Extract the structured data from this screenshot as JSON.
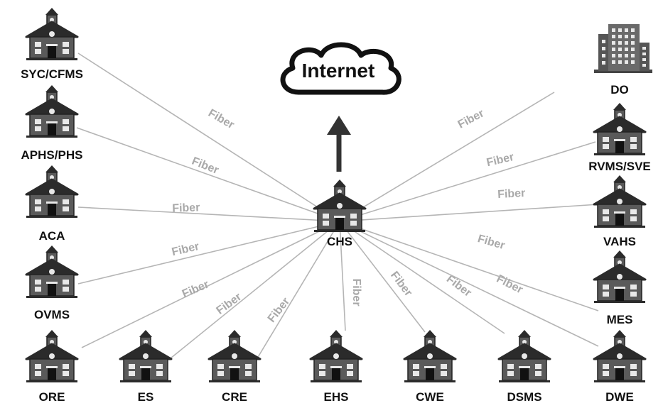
{
  "hub": {
    "label": "CHS",
    "icon": "schoolhouse-icon"
  },
  "internet": {
    "label": "Internet",
    "icon": "cloud-icon"
  },
  "link_label": "Fiber",
  "sites": [
    {
      "id": "syc-cfms",
      "label": "SYC/CFMS",
      "icon": "schoolhouse-icon",
      "link_label": "Fiber"
    },
    {
      "id": "aphs-phs",
      "label": "APHS/PHS",
      "icon": "schoolhouse-icon",
      "link_label": "Fiber"
    },
    {
      "id": "aca",
      "label": "ACA",
      "icon": "schoolhouse-icon",
      "link_label": "Fiber"
    },
    {
      "id": "ovms",
      "label": "OVMS",
      "icon": "schoolhouse-icon",
      "link_label": "Fiber"
    },
    {
      "id": "ore",
      "label": "ORE",
      "icon": "schoolhouse-icon",
      "link_label": "Fiber"
    },
    {
      "id": "es",
      "label": "ES",
      "icon": "schoolhouse-icon",
      "link_label": "Fiber"
    },
    {
      "id": "cre",
      "label": "CRE",
      "icon": "schoolhouse-icon",
      "link_label": "Fiber"
    },
    {
      "id": "ehs",
      "label": "EHS",
      "icon": "schoolhouse-icon",
      "link_label": "Fiber"
    },
    {
      "id": "cwe",
      "label": "CWE",
      "icon": "schoolhouse-icon",
      "link_label": "Fiber"
    },
    {
      "id": "dsms",
      "label": "DSMS",
      "icon": "schoolhouse-icon",
      "link_label": "Fiber"
    },
    {
      "id": "dwe",
      "label": "DWE",
      "icon": "schoolhouse-icon",
      "link_label": "Fiber"
    },
    {
      "id": "mes",
      "label": "MES",
      "icon": "schoolhouse-icon",
      "link_label": "Fiber"
    },
    {
      "id": "vahs",
      "label": "VAHS",
      "icon": "schoolhouse-icon",
      "link_label": "Fiber"
    },
    {
      "id": "rvms-sve",
      "label": "RVMS/SVE",
      "icon": "schoolhouse-icon",
      "link_label": "Fiber"
    },
    {
      "id": "do",
      "label": "DO",
      "icon": "office-building-icon",
      "link_label": "Fiber"
    }
  ],
  "colors": {
    "building": "#5a5a5a",
    "roof": "#2b2b2b",
    "line": "#b5b5b5",
    "fiber_text": "#a9a9a9",
    "label": "#111111",
    "arrow": "#333333"
  }
}
